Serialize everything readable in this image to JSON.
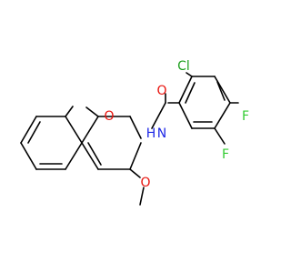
{
  "molecule": {
    "atoms": {
      "cl": {
        "label": "Cl",
        "color": "#1fa01f"
      },
      "o_carbonyl": {
        "label": "O",
        "color": "#e8120c"
      },
      "f1": {
        "label": "F",
        "color": "#33cc33"
      },
      "f2": {
        "label": "F",
        "color": "#33cc33"
      },
      "n": {
        "label": "N",
        "color": "#1e28e6"
      },
      "h": {
        "label": "H",
        "color": "#1e28e6"
      },
      "o_furan": {
        "label": "O",
        "color": "#e8120c"
      },
      "o_methoxy": {
        "label": "O",
        "color": "#e8120c"
      }
    },
    "bond_color": "#000000"
  }
}
